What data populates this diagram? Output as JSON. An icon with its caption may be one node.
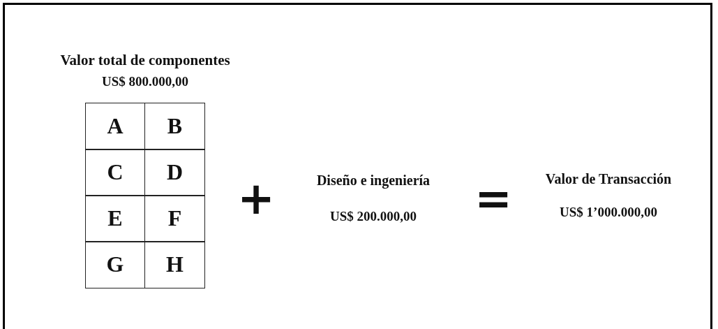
{
  "diagram": {
    "labels": [
      "Valor total de componentes",
      "US$ 800.000,00",
      "A",
      "B",
      "C",
      "D",
      "E",
      "F",
      "G",
      "H",
      "+",
      "Diseño e ingeniería",
      "US$ 200.000,00",
      "=",
      "Valor de Transacción",
      "US$ 1’000.000,00"
    ]
  }
}
